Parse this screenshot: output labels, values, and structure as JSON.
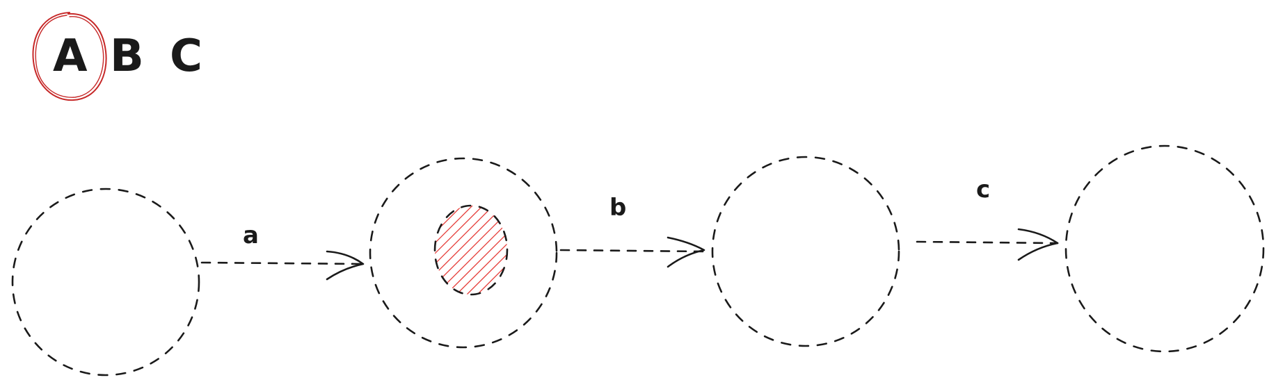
{
  "header": {
    "letters": [
      "A",
      "B",
      "C"
    ],
    "highlighted_letter": "A"
  },
  "edges": [
    {
      "label": "a"
    },
    {
      "label": "b"
    },
    {
      "label": "c"
    }
  ],
  "colors": {
    "stroke": "#1a1a1a",
    "highlight_red": "#c62828",
    "hatch_red": "#e53935",
    "accept_blue": "#1f5fa8"
  }
}
